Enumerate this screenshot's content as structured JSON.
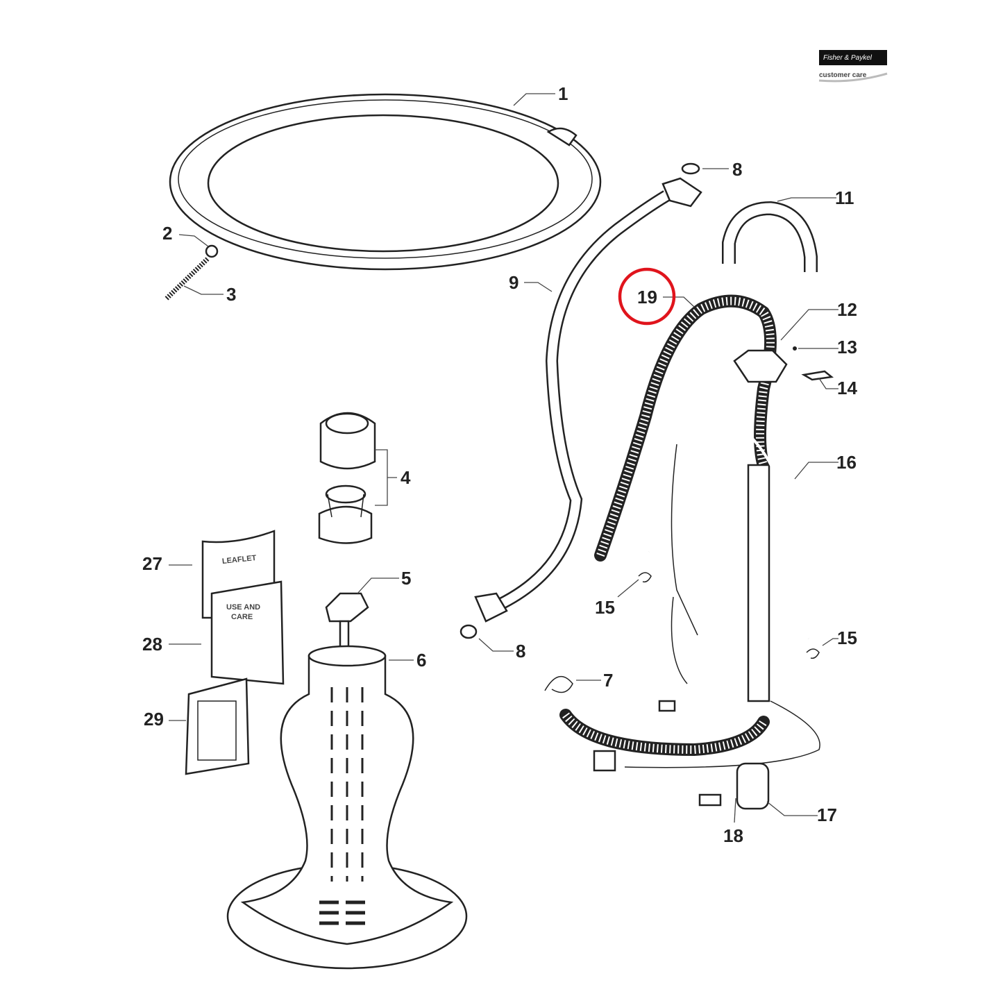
{
  "logo": {
    "brand": "Fisher & Paykel",
    "sub": "customer care"
  },
  "highlight": {
    "part": "19",
    "color": "#e0141c"
  },
  "callouts": {
    "c1": "1",
    "c2": "2",
    "c3": "3",
    "c4": "4",
    "c5": "5",
    "c6": "6",
    "c7": "7",
    "c8a": "8",
    "c8b": "8",
    "c9": "9",
    "c11": "11",
    "c12": "12",
    "c13": "13",
    "c14": "14",
    "c15a": "15",
    "c15b": "15",
    "c16": "16",
    "c17": "17",
    "c18": "18",
    "c19": "19",
    "c27": "27",
    "c28": "28",
    "c29": "29"
  },
  "booklets": {
    "leaflet": "LEAFLET",
    "use_and_care_1": "USE AND",
    "use_and_care_2": "CARE"
  }
}
